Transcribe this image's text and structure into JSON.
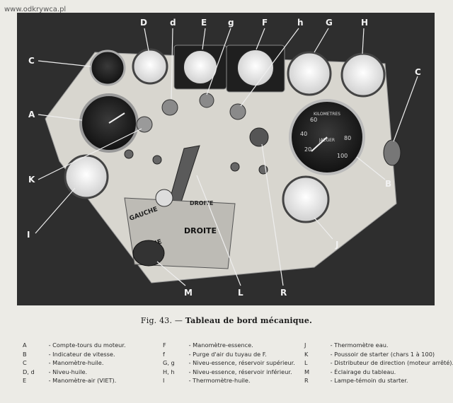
{
  "watermark": "www.odkrywca.pl",
  "caption": {
    "fig": "Fig. 43.",
    "dash": "—",
    "title": "Tableau de bord mécanique."
  },
  "callouts": {
    "D": "D",
    "d": "d",
    "E": "E",
    "g": "g",
    "F": "F",
    "h": "h",
    "G": "G",
    "H": "H",
    "C_left": "C",
    "C_right": "C",
    "A": "A",
    "K": "K",
    "B": "B",
    "I": "I",
    "J": "J",
    "M": "M",
    "L": "L",
    "R": "R"
  },
  "lever_labels": {
    "gauche_top": "GAUCHE",
    "droite_top": "DROITE",
    "gauche_bottom": "GAUCHE",
    "droite_bottom": "DROITE"
  },
  "speedo": {
    "top_text": "KILOMETRES",
    "brand": "JAEGER",
    "ticks": [
      "20",
      "40",
      "60",
      "80",
      "100"
    ]
  },
  "legend": {
    "col1": [
      {
        "key": "A",
        "text": "Compte-tours du moteur."
      },
      {
        "key": "B",
        "text": "Indicateur de vitesse."
      },
      {
        "key": "C",
        "text": "Manomètre-huile."
      },
      {
        "key": "D, d",
        "text": "Niveu-huile."
      },
      {
        "key": "E",
        "text": "Manomètre-air (VIET)."
      }
    ],
    "col2": [
      {
        "key": "F",
        "text": "Manomètre-essence."
      },
      {
        "key": "f",
        "text": "Purge d'air du tuyau de F."
      },
      {
        "key": "G, g",
        "text": "Niveu-essence, réservoir supérieur."
      },
      {
        "key": "H, h",
        "text": "Niveu-essence, réservoir inférieur."
      },
      {
        "key": "I",
        "text": "Thermomètre-huile."
      }
    ],
    "col3": [
      {
        "key": "J",
        "text": "Thermomètre eau."
      },
      {
        "key": "K",
        "text": "Poussoir de starter (chars 1 à 100)"
      },
      {
        "key": "L",
        "text": "Distributeur de direction (moteur arrêté)."
      },
      {
        "key": "M",
        "text": "Éclairage du tableau."
      },
      {
        "key": "R",
        "text": "Lampe-témoin du starter."
      }
    ]
  }
}
